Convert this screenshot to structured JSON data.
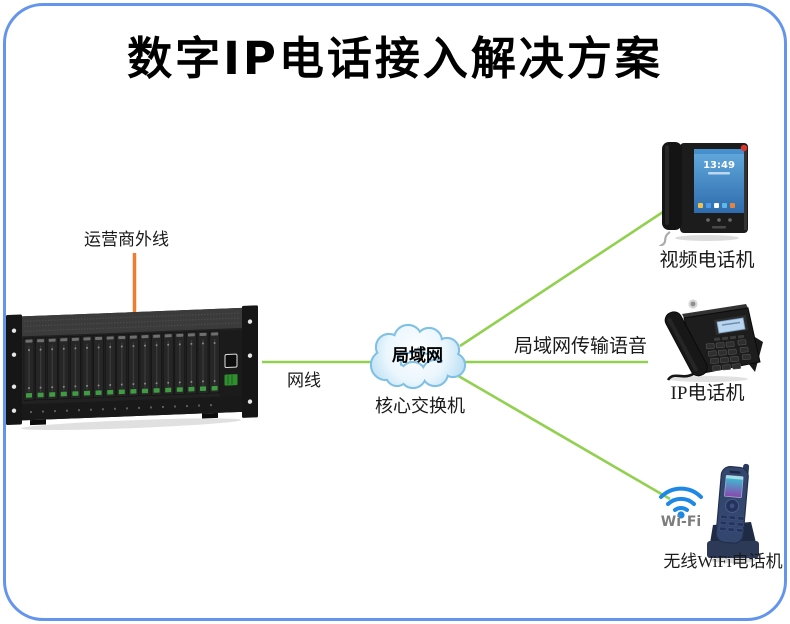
{
  "title": "数字IP电话接入解决方案",
  "devices": {
    "pbx": {
      "external_line_label": "运营商外线"
    },
    "cloud": {
      "name": "局域网",
      "caption": "核心交换机"
    },
    "video_phone": {
      "label": "视频电话机",
      "screen_clock": "13:49"
    },
    "ip_phone": {
      "label": "IP电话机"
    },
    "wifi_phone": {
      "label": "无线WiFi电话机",
      "wifi_badge": "Wi-Fi"
    }
  },
  "links": {
    "pbx_to_cloud": "网线",
    "cloud_to_ip_phone": "局域网传输语音"
  },
  "colors": {
    "frame_blue": "#6495ED",
    "link_green": "#92D050",
    "external_line_orange": "#ED7D31",
    "wifi_blue": "#1E88E5",
    "cloud_stroke": "#7FC0E4"
  }
}
